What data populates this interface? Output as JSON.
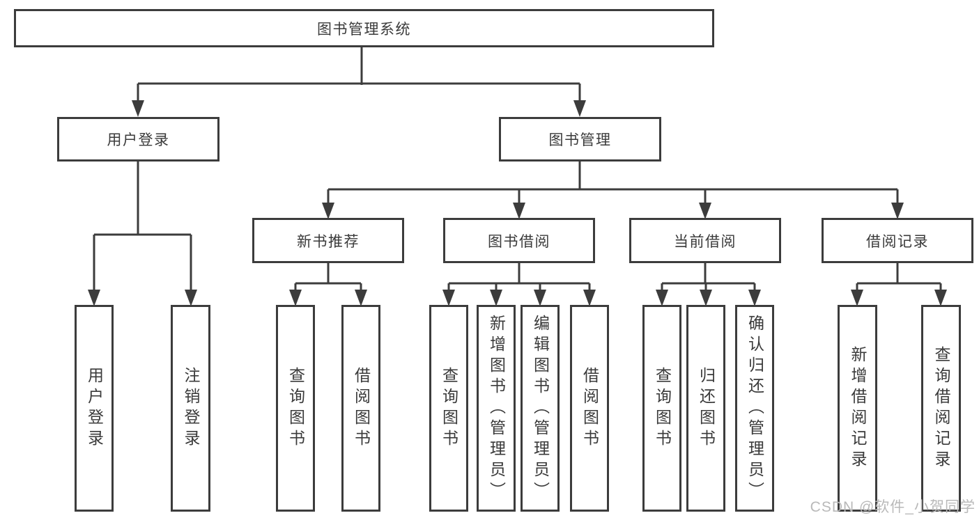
{
  "diagram_type": "hierarchy-tree",
  "colors": {
    "line": "#3c3c3c",
    "text": "#3a3a3a",
    "background": "#ffffff",
    "watermark": "#b9b9b9"
  },
  "tree": {
    "label": "图书管理系统",
    "children": [
      {
        "label": "用户登录",
        "children": [
          {
            "label": "用户登录"
          },
          {
            "label": "注销登录"
          }
        ]
      },
      {
        "label": "图书管理",
        "children": [
          {
            "label": "新书推荐",
            "children": [
              {
                "label": "查询图书"
              },
              {
                "label": "借阅图书"
              }
            ]
          },
          {
            "label": "图书借阅",
            "children": [
              {
                "label": "查询图书"
              },
              {
                "label": "新增图书（管理员）"
              },
              {
                "label": "编辑图书（管理员）"
              },
              {
                "label": "借阅图书"
              }
            ]
          },
          {
            "label": "当前借阅",
            "children": [
              {
                "label": "查询图书"
              },
              {
                "label": "归还图书"
              },
              {
                "label": "确认归还（管理员）"
              }
            ]
          },
          {
            "label": "借阅记录",
            "children": [
              {
                "label": "新增借阅记录"
              },
              {
                "label": "查询借阅记录"
              }
            ]
          }
        ]
      }
    ]
  },
  "watermark": {
    "text": "CSDN @软件_小贺同学"
  }
}
